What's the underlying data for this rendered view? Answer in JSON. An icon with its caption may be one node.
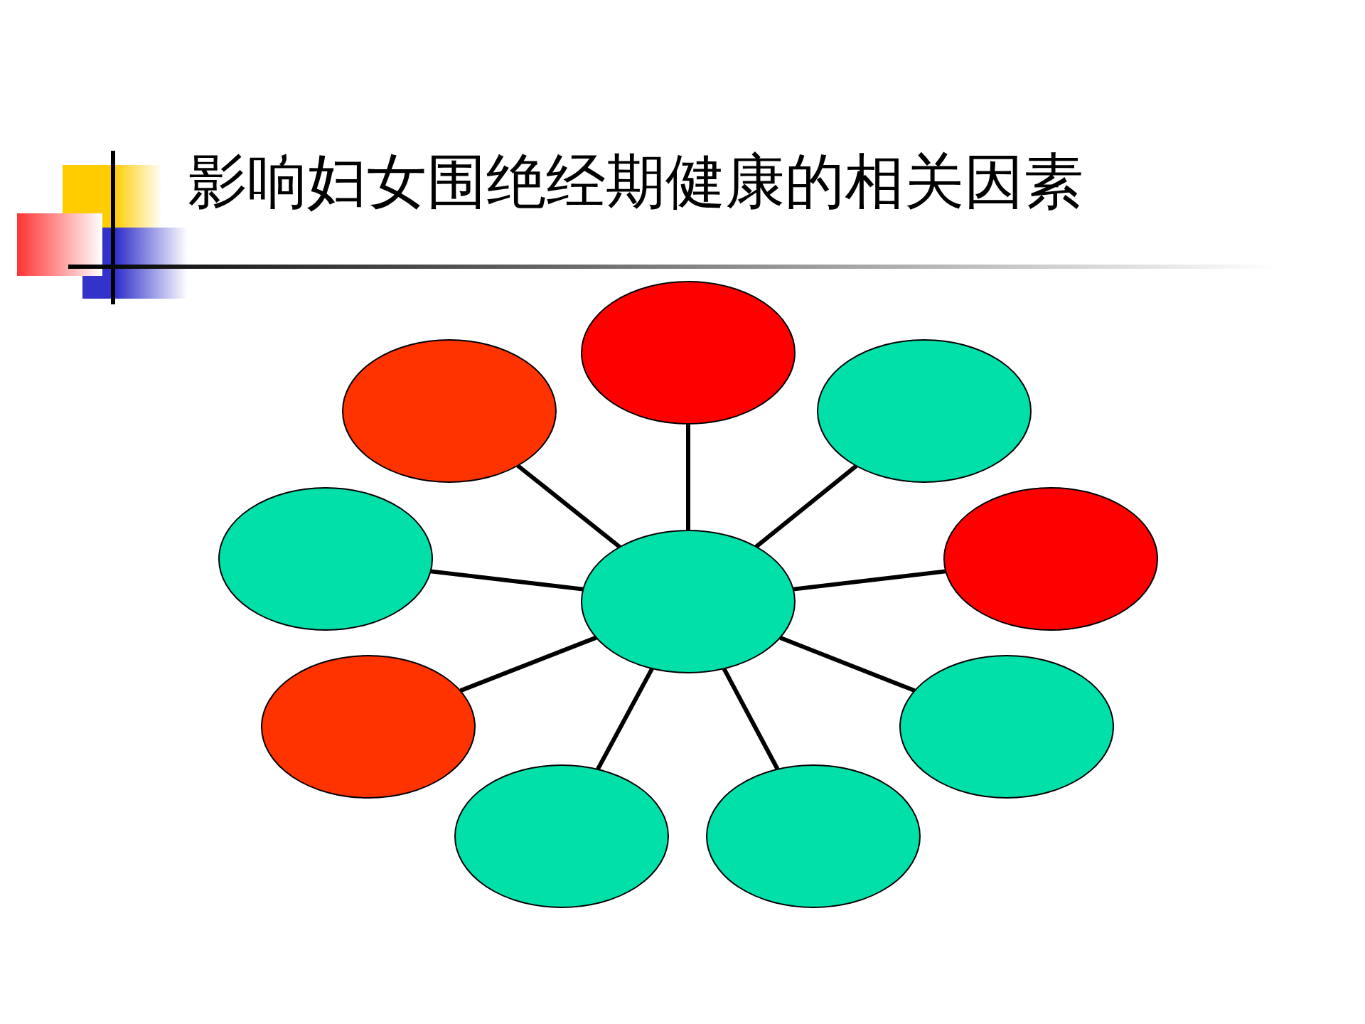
{
  "diagram": {
    "title": "影响妇女围绝经期健康的相关因素",
    "nodes": [
      {
        "text": [],
        "shape": "ellipse"
      },
      {
        "text": [],
        "shape": "ellipse"
      },
      {
        "text": [],
        "shape": "ellipse"
      },
      {
        "text": [],
        "shape": "ellipse"
      },
      {
        "text": [],
        "shape": "ellipse"
      },
      {
        "text": [],
        "shape": "ellipse"
      },
      {
        "text": [],
        "shape": "ellipse"
      },
      {
        "text": [],
        "shape": "ellipse"
      },
      {
        "text": [],
        "shape": "ellipse"
      },
      {
        "text": [],
        "shape": "ellipse"
      }
    ],
    "edges": [
      {
        "from": 5,
        "to": 0,
        "arrow": "none"
      },
      {
        "from": 5,
        "to": 1,
        "arrow": "none"
      },
      {
        "from": 5,
        "to": 2,
        "arrow": "none"
      },
      {
        "from": 5,
        "to": 3,
        "arrow": "none"
      },
      {
        "from": 5,
        "to": 4,
        "arrow": "none"
      },
      {
        "from": 5,
        "to": 6,
        "arrow": "none"
      },
      {
        "from": 5,
        "to": 7,
        "arrow": "none"
      },
      {
        "from": 5,
        "to": 8,
        "arrow": "none"
      },
      {
        "from": 5,
        "to": 9,
        "arrow": "none"
      }
    ]
  }
}
